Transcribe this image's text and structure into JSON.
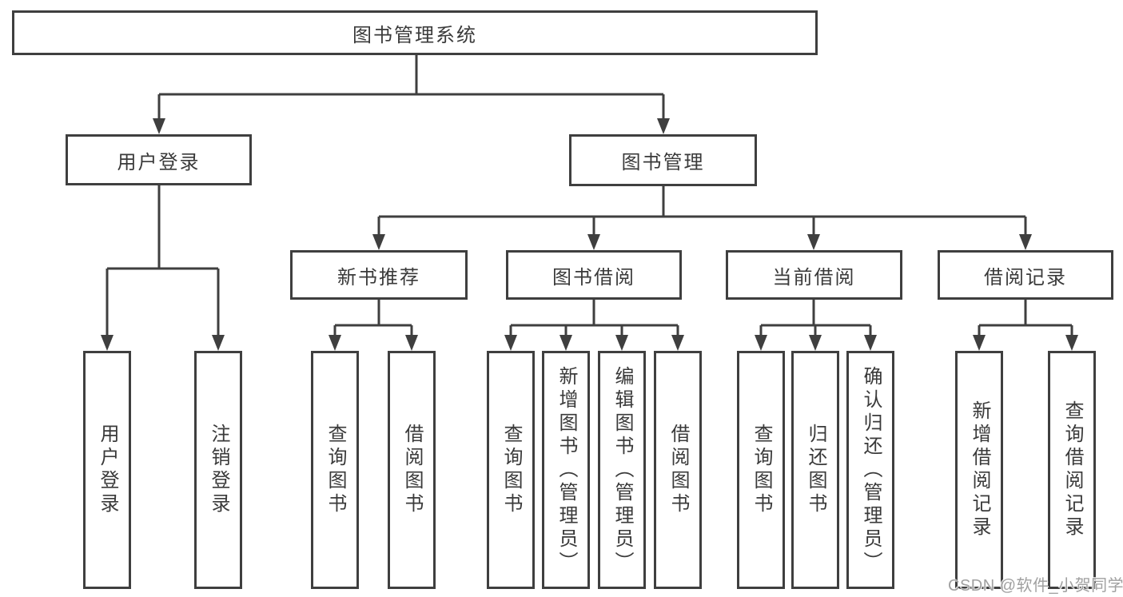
{
  "tree": {
    "label": "图书管理系统",
    "children": [
      {
        "label": "用户登录",
        "children": [
          {
            "label": "用户登录"
          },
          {
            "label": "注销登录"
          }
        ]
      },
      {
        "label": "图书管理",
        "children": [
          {
            "label": "新书推荐",
            "children": [
              {
                "label": "查询图书"
              },
              {
                "label": "借阅图书"
              }
            ]
          },
          {
            "label": "图书借阅",
            "children": [
              {
                "label": "查询图书"
              },
              {
                "label": "新增图书（管理员）"
              },
              {
                "label": "编辑图书（管理员）"
              },
              {
                "label": "借阅图书"
              }
            ]
          },
          {
            "label": "当前借阅",
            "children": [
              {
                "label": "查询图书"
              },
              {
                "label": "归还图书"
              },
              {
                "label": "确认归还（管理员）"
              }
            ]
          },
          {
            "label": "借阅记录",
            "children": [
              {
                "label": "新增借阅记录"
              },
              {
                "label": "查询借阅记录"
              }
            ]
          }
        ]
      }
    ]
  },
  "watermark": {
    "text": "CSDN @软件_小贺同学"
  },
  "colors": {
    "line": "#3f3f3f",
    "text": "#3a3a3a",
    "background": "#ffffff",
    "watermark": "#a0a0a0"
  }
}
